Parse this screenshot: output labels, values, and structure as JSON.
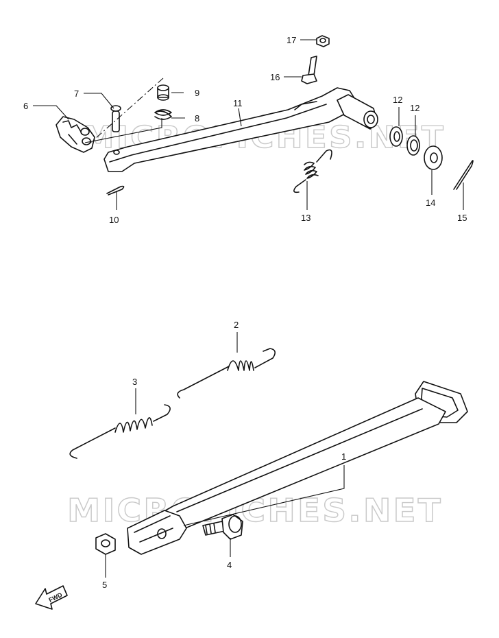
{
  "watermarks": [
    "MICROFICHES.NET",
    "MICROFICHES.NET"
  ],
  "direction_badge": {
    "label": "FWD",
    "icon": "forward-arrow-icon"
  },
  "parts": [
    {
      "callout": "1",
      "part": "side-stand"
    },
    {
      "callout": "2",
      "part": "stand-spring-outer"
    },
    {
      "callout": "3",
      "part": "stand-spring-inner"
    },
    {
      "callout": "4",
      "part": "stand-pivot-bolt"
    },
    {
      "callout": "5",
      "part": "stand-nut"
    },
    {
      "callout": "6",
      "part": "rear-brake-rod-joint"
    },
    {
      "callout": "7",
      "part": "joint-pin"
    },
    {
      "callout": "8",
      "part": "pin-spring"
    },
    {
      "callout": "9",
      "part": "pin-collar"
    },
    {
      "callout": "10",
      "part": "joint-cotter-pin"
    },
    {
      "callout": "11",
      "part": "rear-brake-pedal"
    },
    {
      "callout": "12",
      "part": "pedal-oil-seal"
    },
    {
      "callout": "12",
      "part": "pedal-oil-seal-2"
    },
    {
      "callout": "13",
      "part": "pedal-return-spring"
    },
    {
      "callout": "14",
      "part": "pedal-washer"
    },
    {
      "callout": "15",
      "part": "pedal-cotter-pin"
    },
    {
      "callout": "16",
      "part": "pedal-adjust-bolt"
    },
    {
      "callout": "17",
      "part": "pedal-adjust-nut"
    }
  ]
}
